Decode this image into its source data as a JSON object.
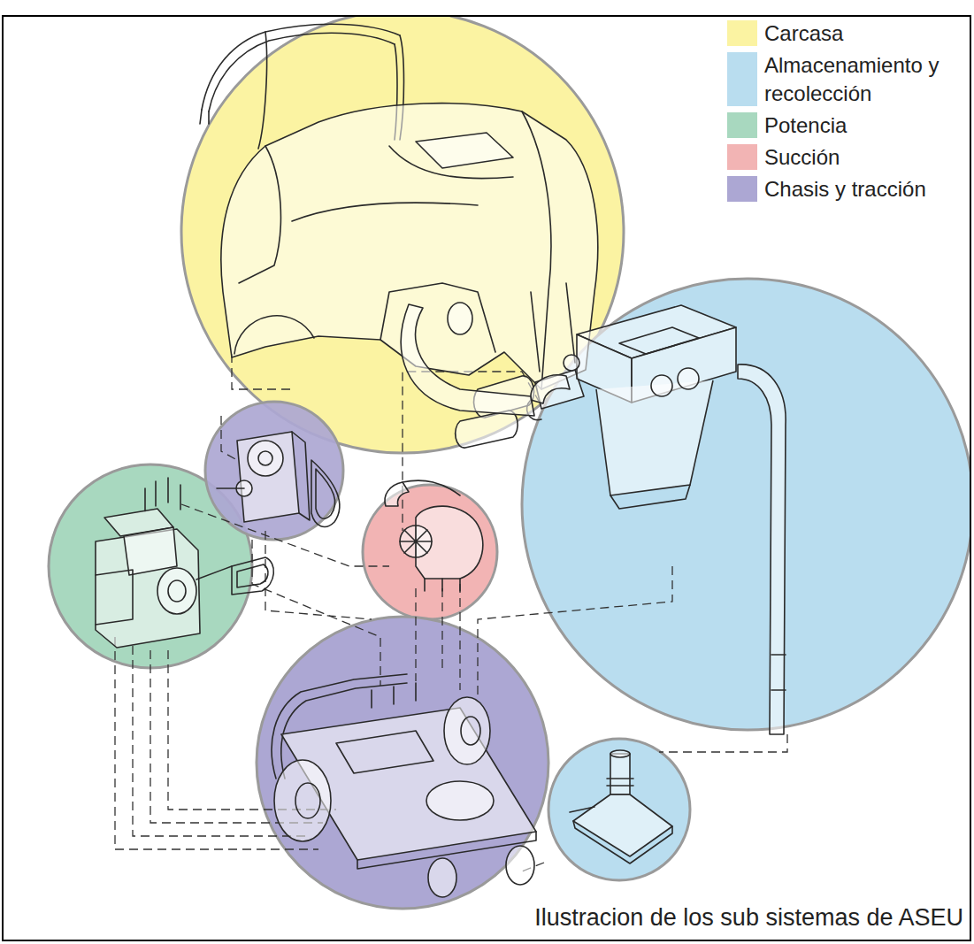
{
  "diagram": {
    "caption": "Ilustracion de los sub sistemas de ASEU",
    "legend": [
      {
        "text": "Carcasa",
        "color": "#fbf3a2"
      },
      {
        "text": "Almacenamiento y recolección",
        "color": "#b9ddef"
      },
      {
        "text": "Potencia",
        "color": "#a8d8bf"
      },
      {
        "text": "Succión",
        "color": "#f2b4b4"
      },
      {
        "text": "Chasis y tracción",
        "color": "#aca7d3"
      }
    ]
  }
}
